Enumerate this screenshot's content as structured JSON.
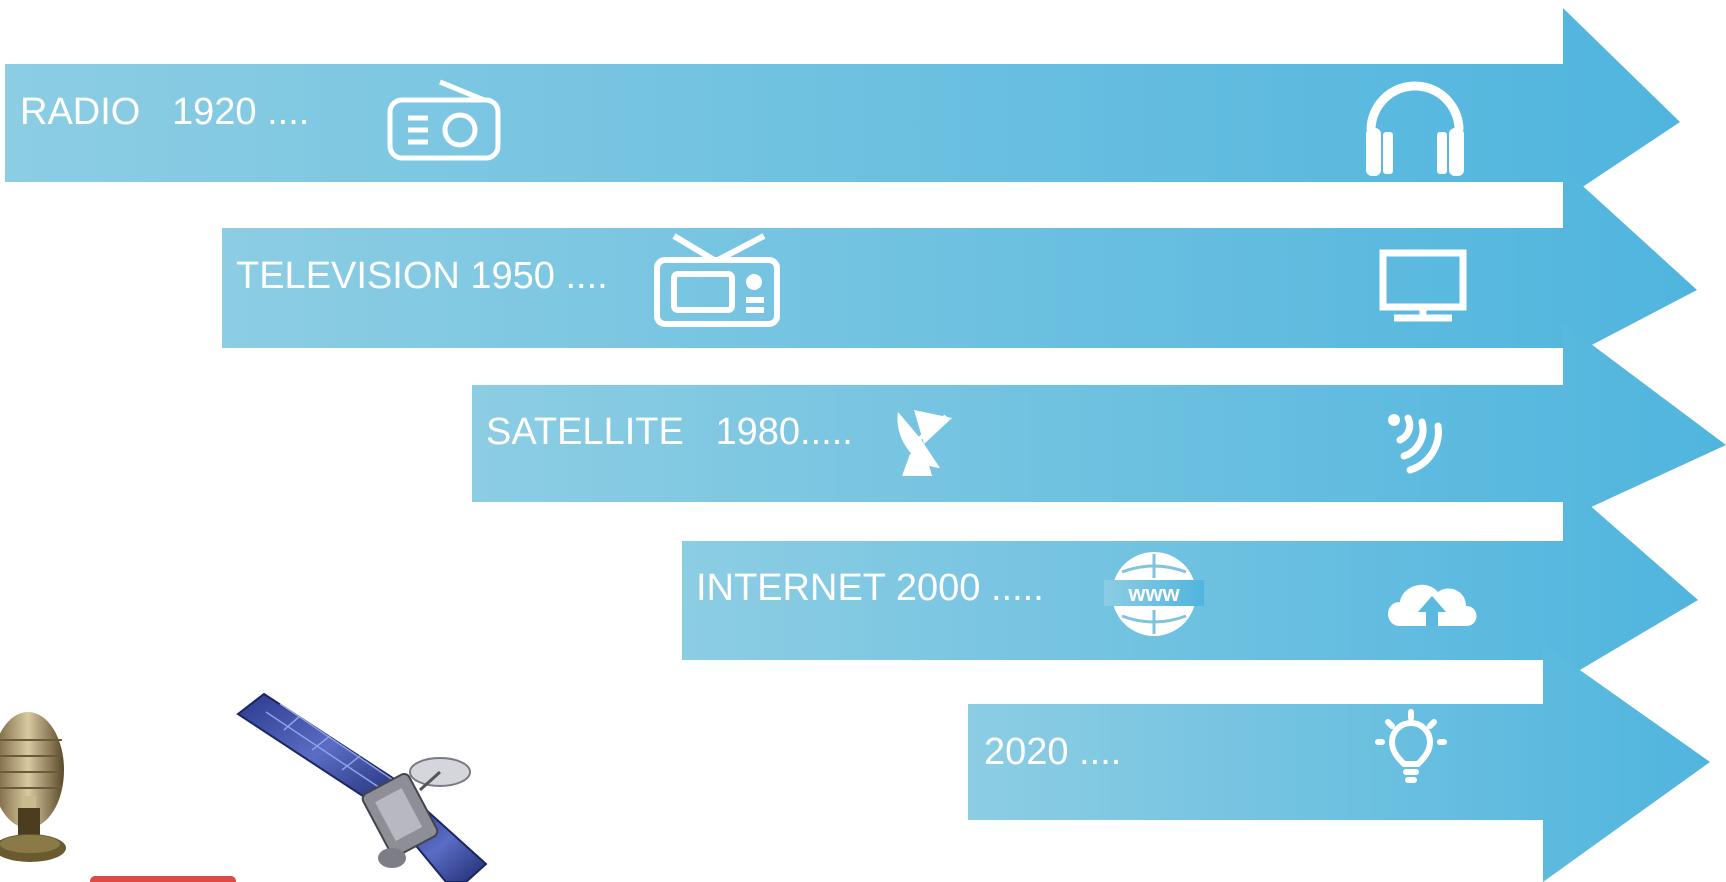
{
  "timeline": {
    "colors": {
      "arrow_light": "#89cbe2",
      "arrow_dark": "#53b6dd",
      "icon": "#ffffff"
    },
    "rows": [
      {
        "label": "RADIO   1920 ....",
        "era_icon": "radio-icon",
        "future_icon": "headphones-icon"
      },
      {
        "label": "TELEVISION 1950 ....",
        "era_icon": "television-icon",
        "future_icon": "monitor-icon"
      },
      {
        "label": "SATELLITE   1980.....",
        "era_icon": "satellite-dish-icon",
        "future_icon": "signal-waves-icon"
      },
      {
        "label": "INTERNET 2000 .....",
        "era_icon": "www-globe-icon",
        "future_icon": "cloud-upload-icon"
      },
      {
        "label": "2020 ....",
        "era_icon": "",
        "future_icon": "lightbulb-icon"
      }
    ]
  },
  "images": {
    "microphone": "vintage-microphone",
    "satellite": "communications-satellite"
  }
}
